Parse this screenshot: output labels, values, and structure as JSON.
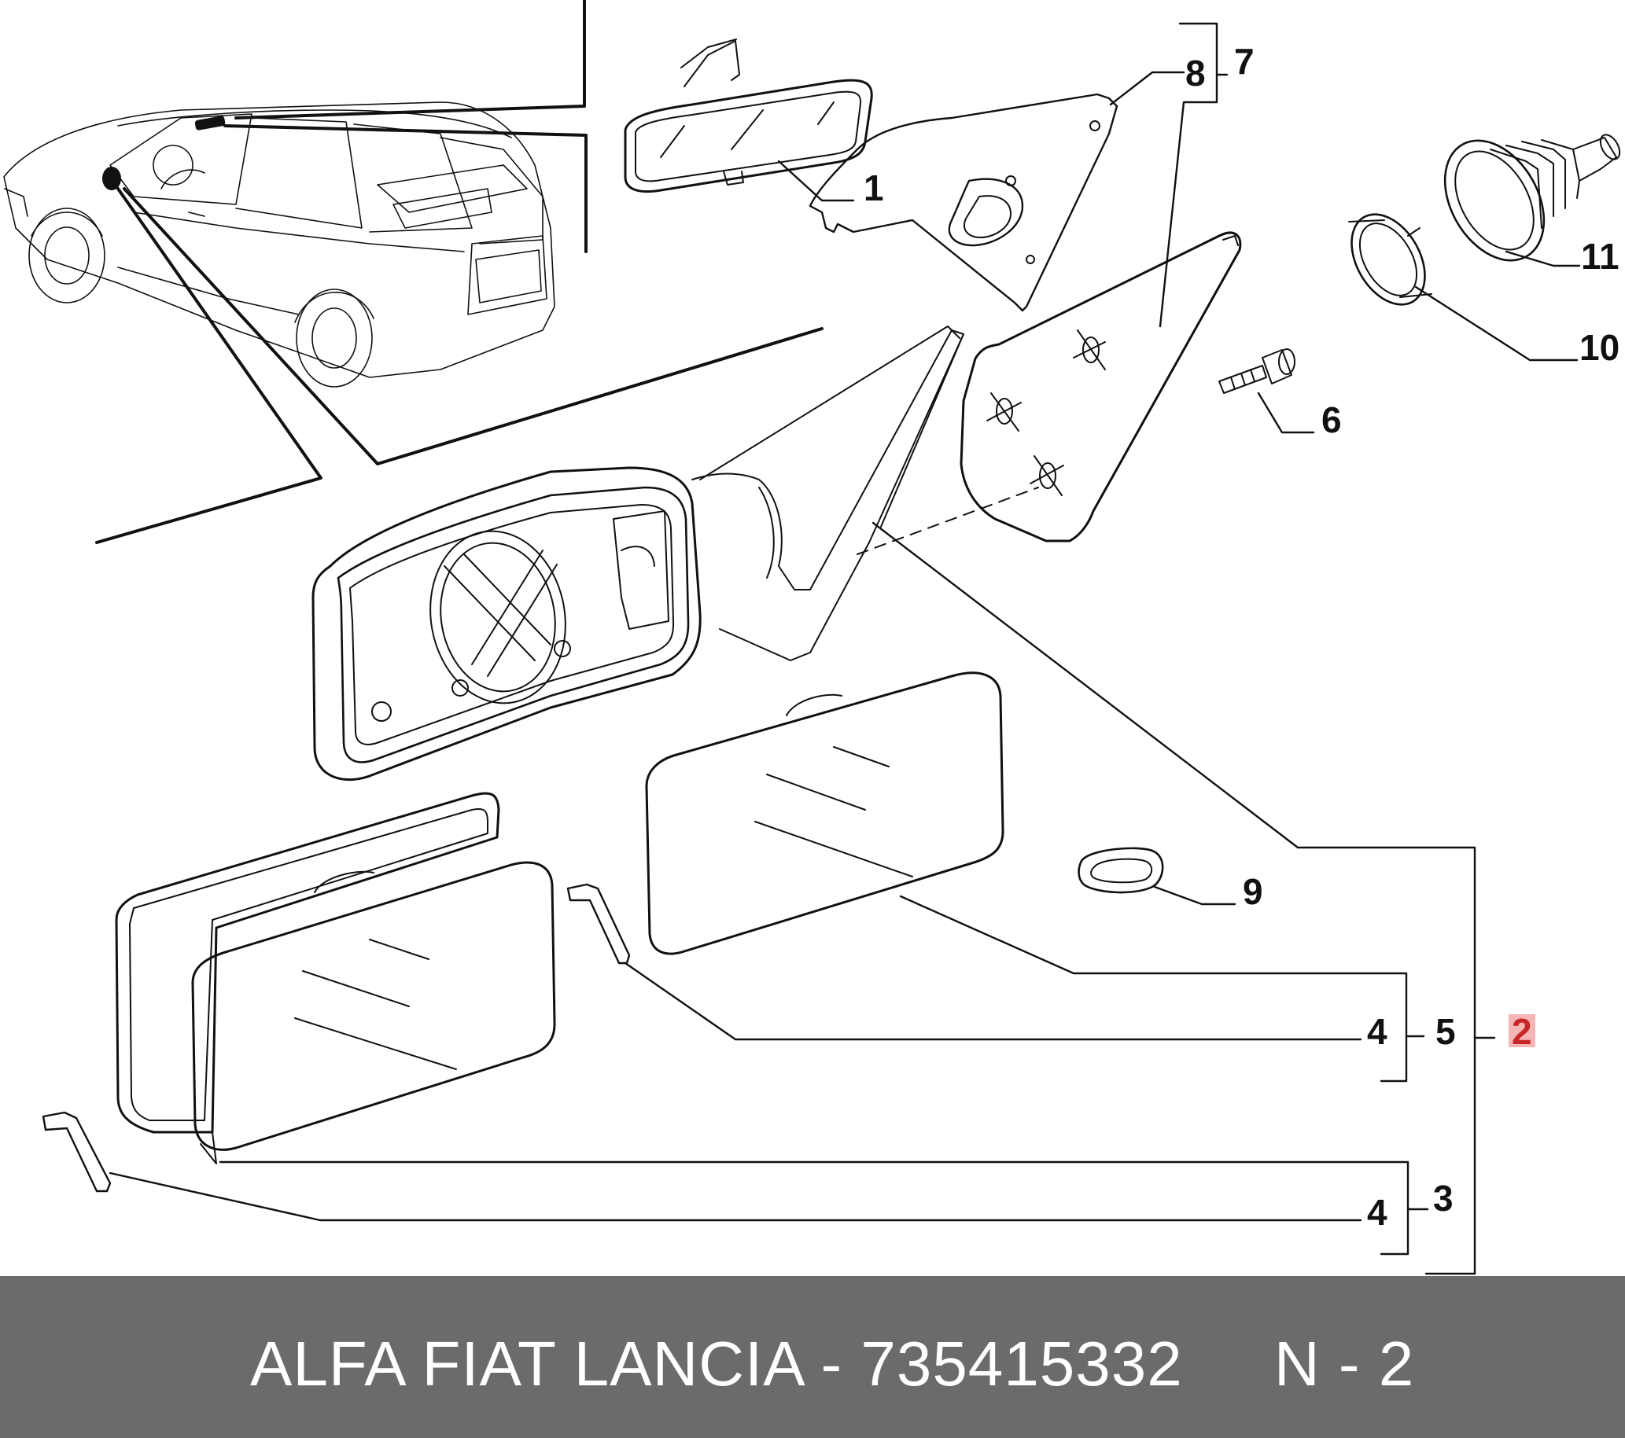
{
  "diagram": {
    "callouts": [
      {
        "id": "1",
        "text": "1"
      },
      {
        "id": "2",
        "text": "2",
        "highlight": true
      },
      {
        "id": "3",
        "text": "3"
      },
      {
        "id": "4a",
        "text": "4"
      },
      {
        "id": "4b",
        "text": "4"
      },
      {
        "id": "5",
        "text": "5"
      },
      {
        "id": "6",
        "text": "6"
      },
      {
        "id": "7",
        "text": "7"
      },
      {
        "id": "8",
        "text": "8"
      },
      {
        "id": "9",
        "text": "9"
      },
      {
        "id": "10",
        "text": "10"
      },
      {
        "id": "11",
        "text": "11"
      }
    ],
    "highlight_color": "#c62828",
    "line_color": "#111111"
  },
  "footer": {
    "brand": "ALFA FIAT LANCIA",
    "separator": "-",
    "part_number": "735415332",
    "ref_prefix": "N",
    "ref_separator": "-",
    "ref_number": "2",
    "background": "#6b6b6b",
    "text_color": "#ffffff"
  }
}
